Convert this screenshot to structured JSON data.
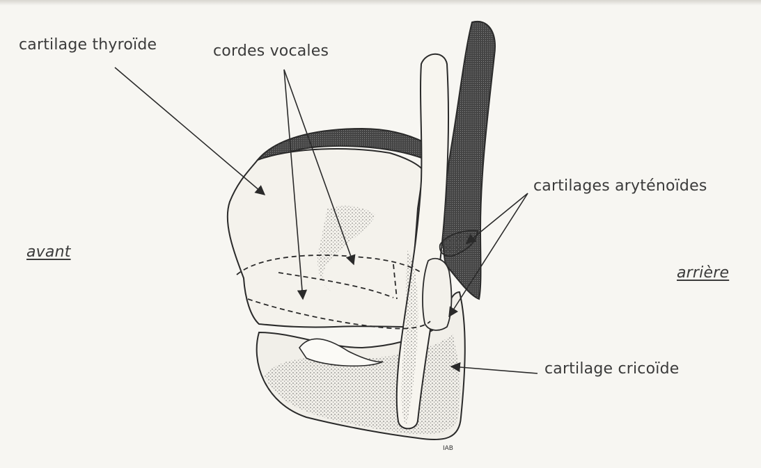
{
  "labels": {
    "thyroid": "cartilage thyroïde",
    "vocal_cords": "cordes vocales",
    "arytenoids": "cartilages aryténoïdes",
    "front": "avant",
    "back": "arrière",
    "cricoid": "cartilage cricoïde"
  },
  "signature": "IAB",
  "colors": {
    "ink": "#2a2a2a",
    "stipple": "#3a3a3a",
    "paper": "#f7f6f2"
  }
}
